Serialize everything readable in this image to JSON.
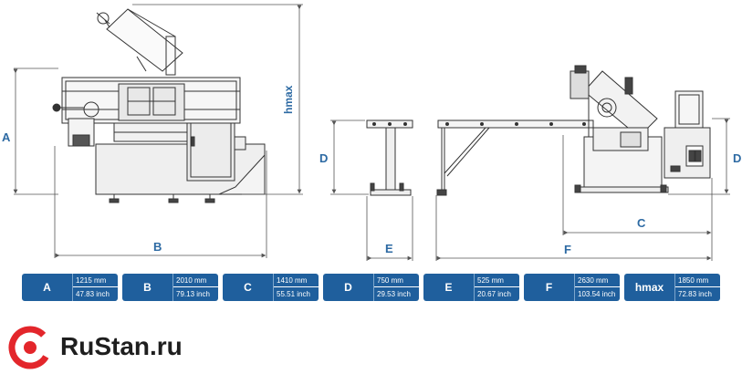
{
  "dimension_labels": {
    "a": "A",
    "b": "B",
    "c": "C",
    "d_front": "D",
    "d_side": "D",
    "e": "E",
    "f": "F",
    "hmax": "hmax"
  },
  "specs": [
    {
      "key": "A",
      "mm": "1215 mm",
      "inch": "47.83 inch"
    },
    {
      "key": "B",
      "mm": "2010 mm",
      "inch": "79.13 inch"
    },
    {
      "key": "C",
      "mm": "1410 mm",
      "inch": "55.51 inch"
    },
    {
      "key": "D",
      "mm": "750 mm",
      "inch": "29.53 inch"
    },
    {
      "key": "E",
      "mm": "525 mm",
      "inch": "20.67 inch"
    },
    {
      "key": "F",
      "mm": "2630 mm",
      "inch": "103.54 inch"
    },
    {
      "key": "hmax",
      "mm": "1850 mm",
      "inch": "72.83 inch"
    }
  ],
  "logo": {
    "text": "RuStan.ru"
  },
  "colors": {
    "dimension_blue": "#2d6aa3",
    "spec_box": "#1f5f9d",
    "logo_red": "#e3262b",
    "line_dark": "#333333"
  }
}
